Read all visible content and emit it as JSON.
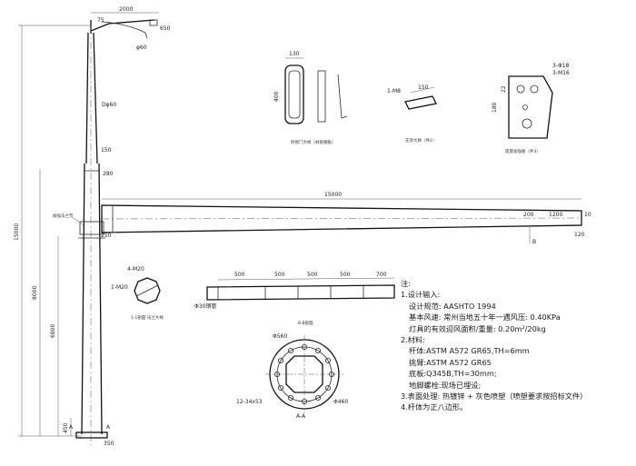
{
  "dims": {
    "arm_length_top": "2000",
    "top_ext": "75",
    "lamp_h": "650",
    "dia_top": "φ60",
    "dia_upper": "Dφ60",
    "total_height": "15000",
    "upper_seg": "8000",
    "mid_seg": "6800",
    "base_seg": "450",
    "pole_top_w": "150",
    "pole_mid_w": "280",
    "flange_w": "250",
    "base_w": "350",
    "boom_len": "15000",
    "boom_a": "200",
    "boom_b": "1200",
    "boom_end": "120",
    "boom_h": "10",
    "seg_1": "500",
    "seg_2": "500",
    "seg_3": "500",
    "seg_4": "500",
    "seg_5": "700",
    "seg_dia": "Φ30钢管",
    "plate_w": "130",
    "plate_h": "400",
    "bracket_len": "150",
    "bracket_label": "1-M8",
    "plate_side": "180",
    "plate_top": "22",
    "plate_hole1": "3-Φ18",
    "plate_hole2": "3-M16",
    "flange_od": "Φ560",
    "flange_bolt": "Φ460",
    "flange_holes": "12-34x53",
    "bolt_label1": "4-M20",
    "bolt_label2": "1-M20",
    "section_mark": "B",
    "section_mark2": "A"
  },
  "captions": {
    "section_aa": "A-A",
    "bb_title": "B-B剖面",
    "arm_detail": "检修门大样（材质钢板）",
    "bracket_detail": "支架大样（件2）",
    "plate_detail": "底座加强板（件3）",
    "sec_detail": "1-1剖面 法兰大样",
    "joint_label": "加强法兰节"
  },
  "notes": {
    "title": "注:",
    "lines": [
      "1.设计输入:",
      "设计规范: AASHTO 1994",
      "基本风速: 常州当地五十年一遇风压: 0.40KPa",
      "灯具的有效迎风面积/重量: 0.20m²/20kg",
      "2.材料:",
      "杆体:ASTM A572 GR65,TH=6mm",
      "挑臂:ASTM A572 GR65",
      "底板:Q345B,TH=30mm;",
      "地脚螺栓:现场已埋设;",
      "3.表面处理: 热镀锌 + 灰色喷塑（喷塑要求按招标文件）",
      "4.杆体为正八边形。"
    ]
  }
}
